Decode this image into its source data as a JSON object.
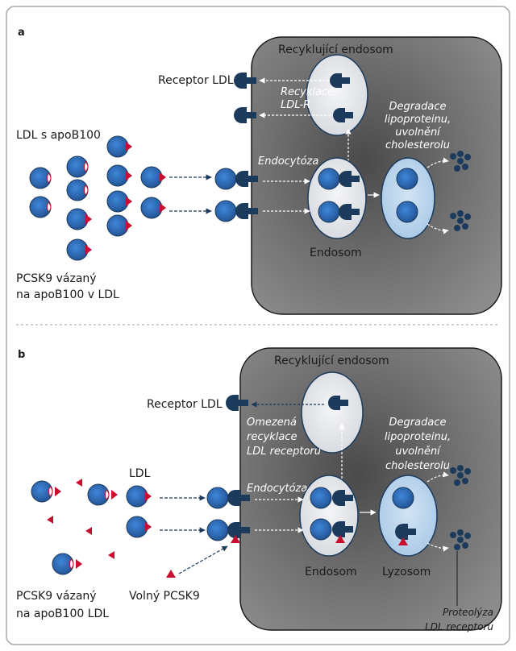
{
  "panel_a": {
    "letter": "a",
    "recycling_endosome": "Recyklující endosom",
    "receptor_ldl": "Receptor LDL",
    "recycling_ldlr": [
      "Recyklace",
      "LDL-R"
    ],
    "ldl_apob100": "LDL s apoB100",
    "endocytosis": "Endocytóza",
    "degradation": [
      "Degradace",
      "lipoproteinu,",
      "uvolnění",
      "cholesterolu"
    ],
    "endosome": "Endosom",
    "pcsk9_bound": [
      "PCSK9 vázaný",
      "na apoB100 v LDL"
    ]
  },
  "panel_b": {
    "letter": "b",
    "recycling_endosome": "Recyklující endosom",
    "receptor_ldl": "Receptor LDL",
    "limited_recycling": [
      "Omezená",
      "recyklace",
      "LDL receptoru"
    ],
    "degradation": [
      "Degradace",
      "lipoproteinu,",
      "uvolnění",
      "cholesterolu"
    ],
    "ldl": "LDL",
    "endocytosis": "Endocytóza",
    "endosome": "Endosom",
    "lysosome": "Lyzosom",
    "pcsk9_bound": [
      "PCSK9 vázaný",
      "na apoB100 LDL"
    ],
    "free_pcsk9": "Volný PCSK9",
    "proteolysis": [
      "Proteolýza",
      "LDL receptoru"
    ]
  },
  "colors": {
    "ldl_particle": "#2a62a8",
    "receptor": "#1b3a5c",
    "pcsk9": "#c8102e",
    "cell": "#6e6e6e",
    "endosome_fill": "#e8eaee",
    "lysosome_fill": "#b8d4ec",
    "frame": "#a8a8a8"
  }
}
